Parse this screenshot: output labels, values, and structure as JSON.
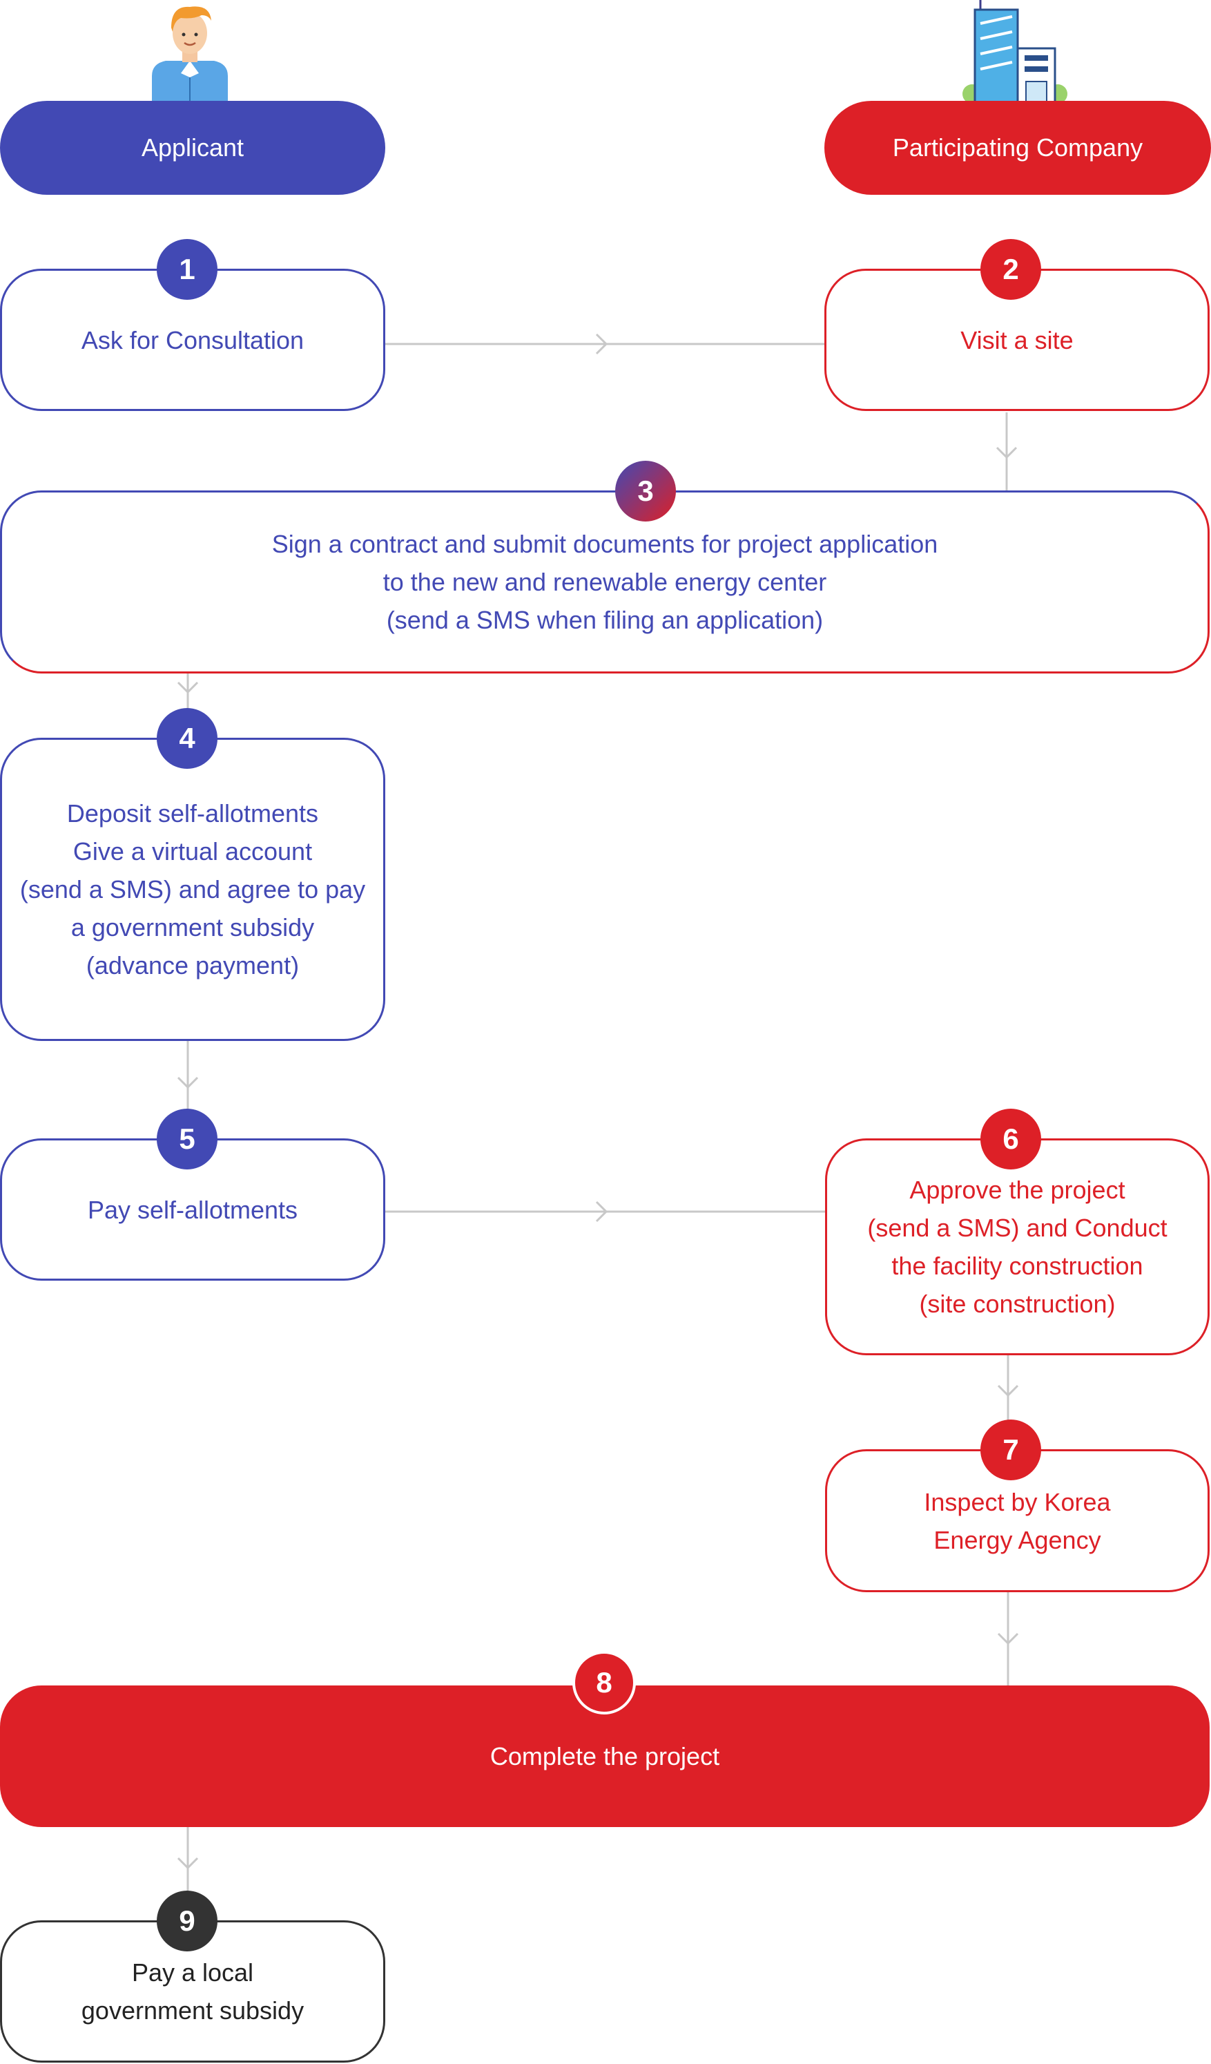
{
  "roles": {
    "applicant": {
      "label": "Applicant",
      "color": "#4249b4",
      "icon": "person-icon"
    },
    "company": {
      "label": "Participating Company",
      "color": "#dd2027",
      "icon": "building-icon"
    }
  },
  "steps": [
    {
      "number": "1",
      "text": "Ask for Consultation",
      "role": "applicant"
    },
    {
      "number": "2",
      "text": "Visit a site",
      "role": "company"
    },
    {
      "number": "3",
      "text": "Sign a contract and submit documents for project application\nto the new and renewable energy center\n(send a SMS when filing an application)",
      "role": "both"
    },
    {
      "number": "4",
      "text": "Deposit self-allotments\nGive a virtual account\n(send a SMS) and agree to pay\na government subsidy\n(advance payment)",
      "role": "applicant"
    },
    {
      "number": "5",
      "text": "Pay self-allotments",
      "role": "applicant"
    },
    {
      "number": "6",
      "text": "Approve the project\n(send a SMS) and Conduct\nthe facility construction\n(site construction)",
      "role": "company"
    },
    {
      "number": "7",
      "text": "Inspect by Korea\nEnergy Agency",
      "role": "company"
    },
    {
      "number": "8",
      "text": "Complete the project",
      "role": "final"
    },
    {
      "number": "9",
      "text": "Pay a local\ngovernment subsidy",
      "role": "other"
    }
  ],
  "colors": {
    "connector": "#c8c8c8",
    "dark": "#333333"
  }
}
